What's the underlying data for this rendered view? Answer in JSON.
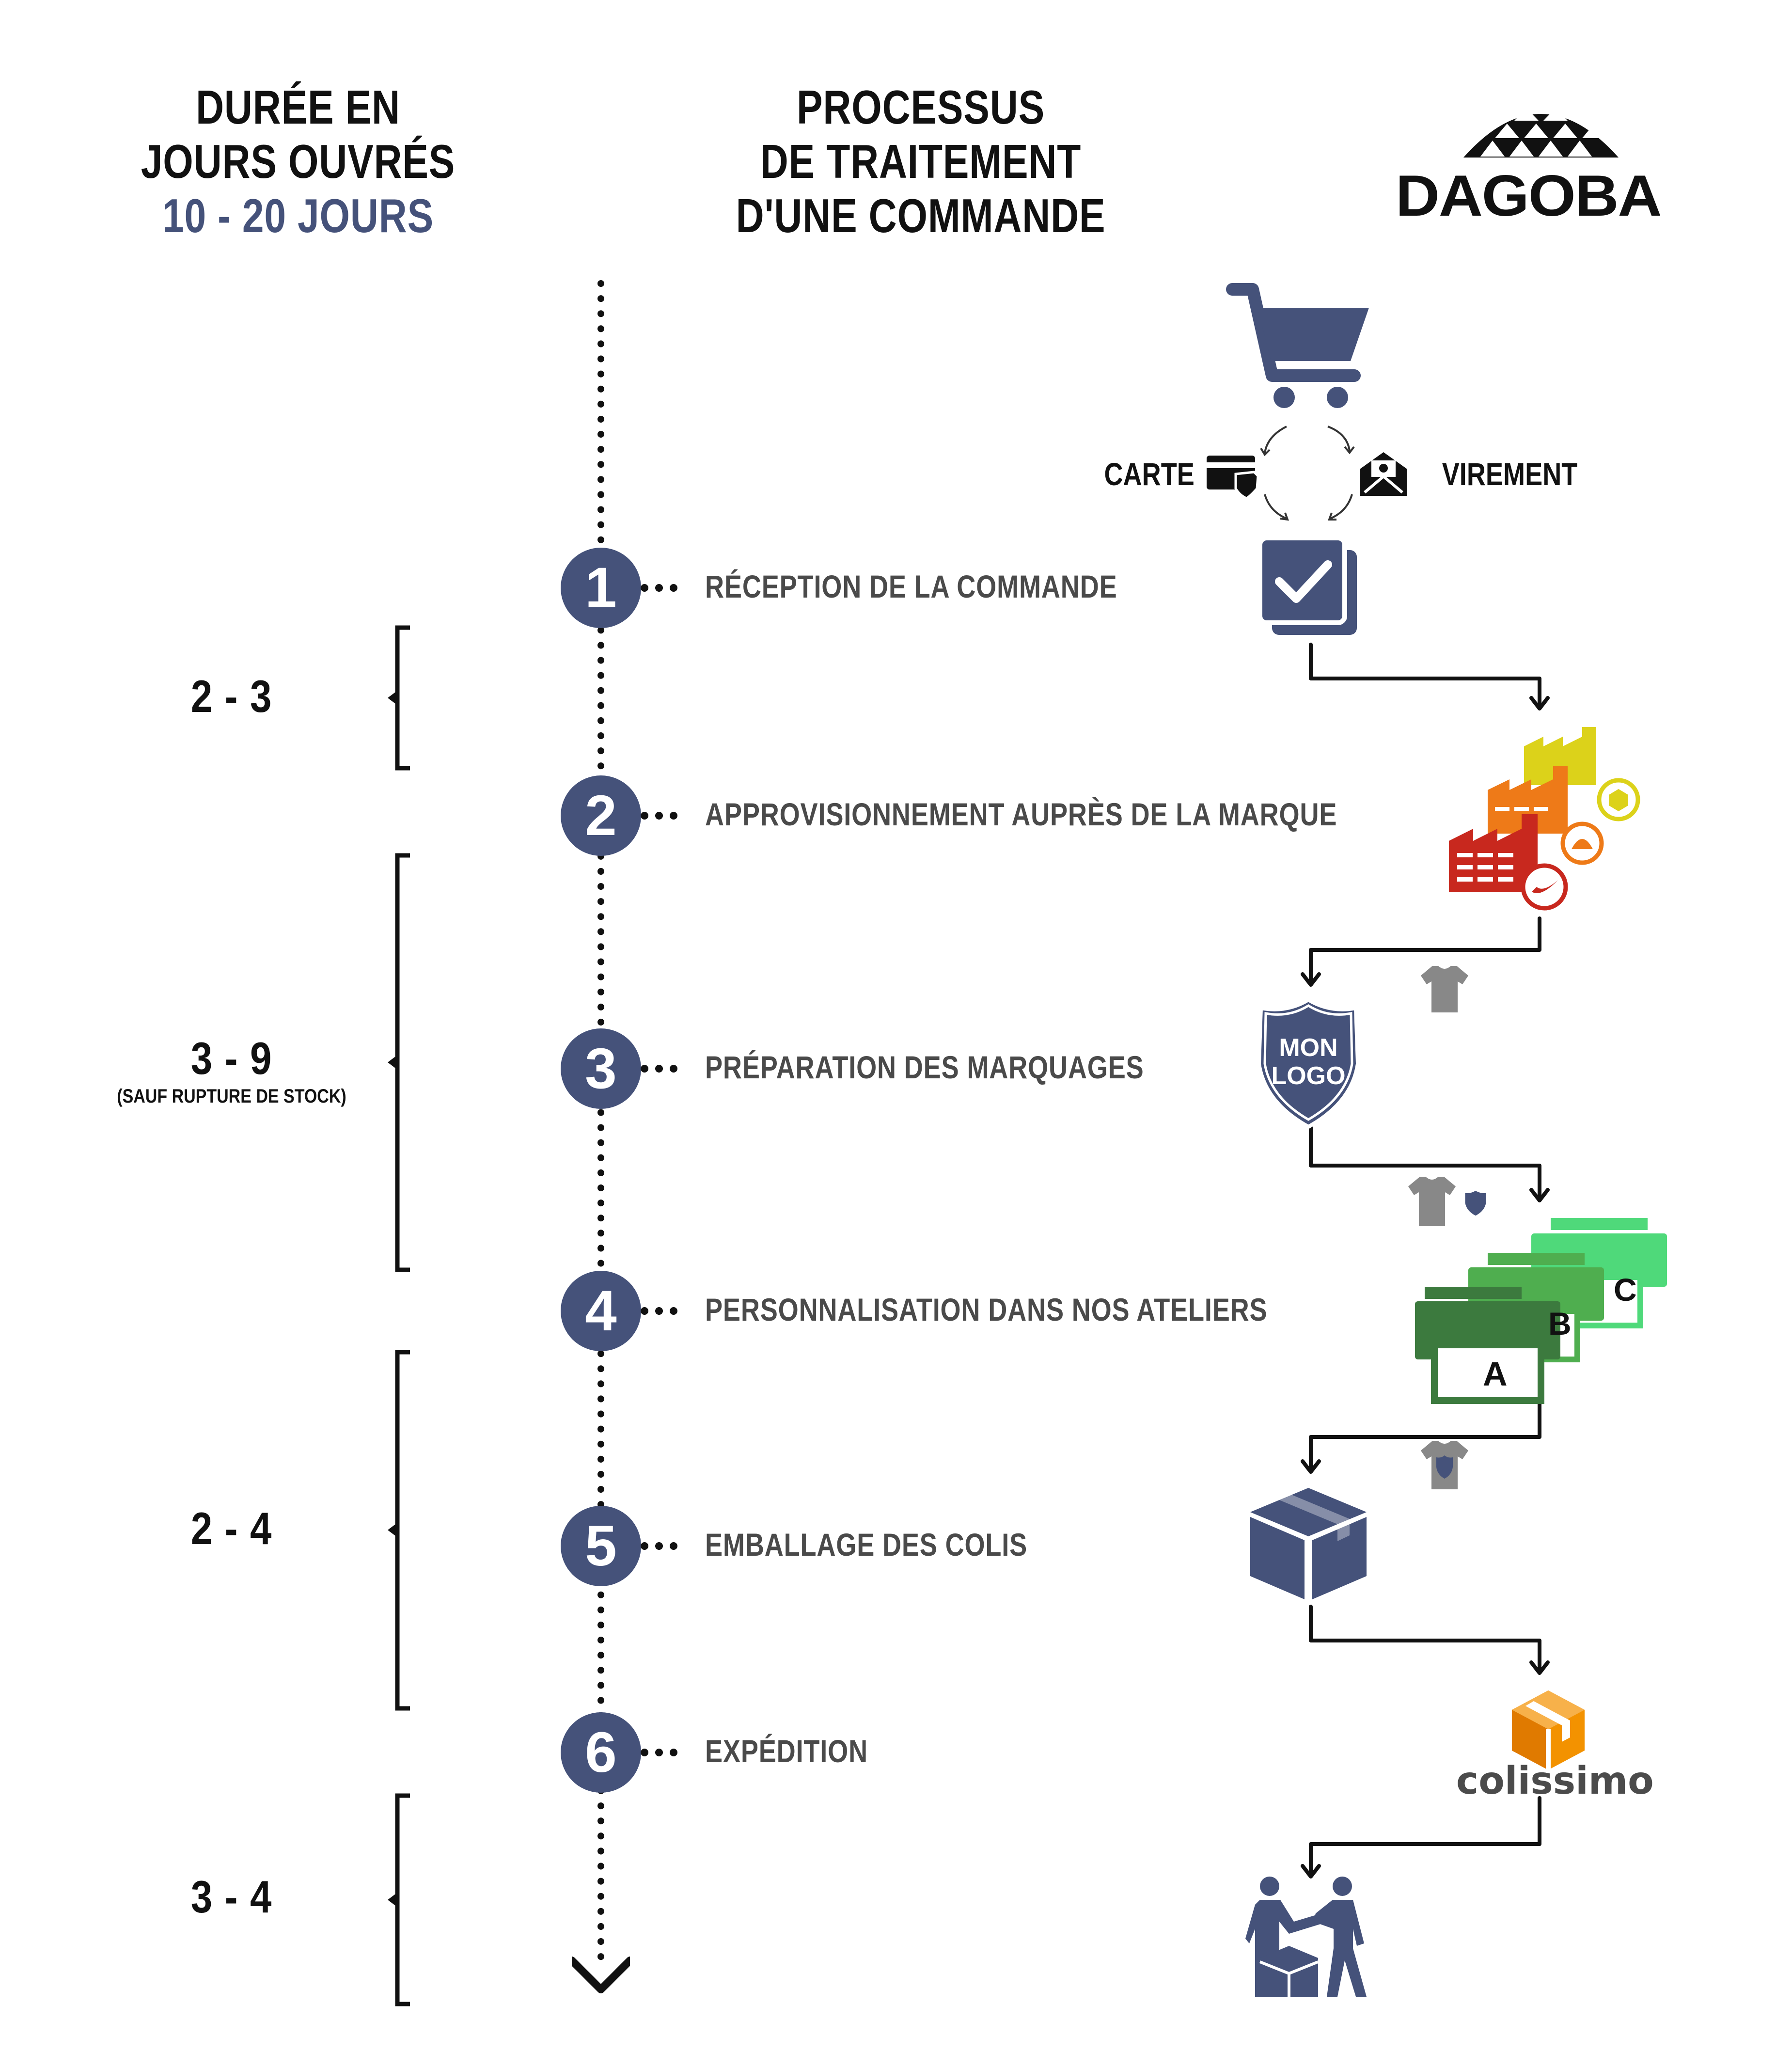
{
  "header": {
    "duration_title_line1": "DURÉE EN",
    "duration_title_line2": "JOURS OUVRÉS",
    "duration_total": "10 - 20 JOURS",
    "process_title_line1": "PROCESSUS",
    "process_title_line2": "DE TRAITEMENT",
    "process_title_line3": "D'UNE COMMANDE",
    "brand": "DAGOBA"
  },
  "payment": {
    "card": "CARTE",
    "transfer": "VIREMENT"
  },
  "steps": [
    {
      "number": "1",
      "label": "RÉCEPTION DE LA COMMANDE"
    },
    {
      "number": "2",
      "label": "APPROVISIONNEMENT AUPRÈS DE LA MARQUE"
    },
    {
      "number": "3",
      "label": "PRÉPARATION DES MARQUAGES"
    },
    {
      "number": "4",
      "label": "PERSONNALISATION DANS NOS ATELIERS"
    },
    {
      "number": "5",
      "label": "EMBALLAGE DES COLIS"
    },
    {
      "number": "6",
      "label": "EXPÉDITION"
    }
  ],
  "durations": [
    {
      "range": "2 - 3",
      "note": ""
    },
    {
      "range": "3 - 9",
      "note": "(SAUF RUPTURE DE STOCK)"
    },
    {
      "range": "2 - 4",
      "note": ""
    },
    {
      "range": "3 - 4",
      "note": ""
    }
  ],
  "icons": {
    "logo_badge_line1": "MON",
    "logo_badge_line2": "LOGO",
    "workshop_a": "A",
    "workshop_b": "B",
    "workshop_c": "C",
    "carrier": "colissimo"
  },
  "colors": {
    "accent_blue": "#45527a",
    "text_dark": "#111111",
    "text_grey": "#4a4a4a",
    "factory_red": "#c8281e",
    "factory_orange": "#ee7a18",
    "factory_yellow": "#dcd21a",
    "workshop_green_dark": "#3c7a3e",
    "workshop_green_mid": "#4fae4f",
    "workshop_green_light": "#4fd97a",
    "colissimo_orange": "#f39200"
  }
}
